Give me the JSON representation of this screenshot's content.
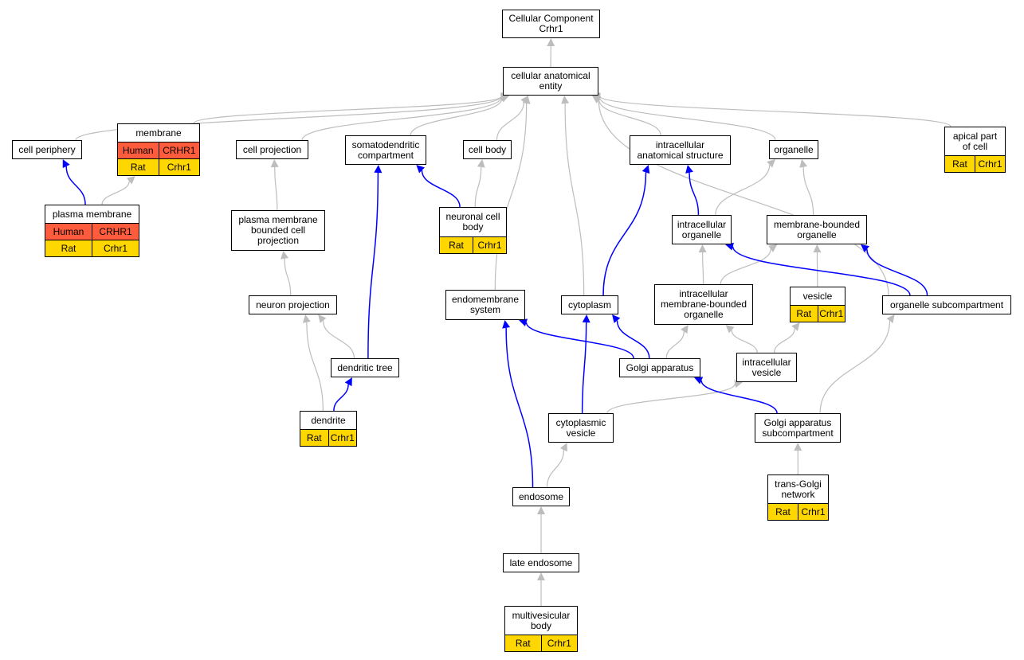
{
  "colors": {
    "gray_edge": "#bdbdbd",
    "blue_edge": "#0000ff",
    "human": "#ff5c3d",
    "rat": "#ffd700"
  },
  "nodes": {
    "root": {
      "label": "Cellular Component\nCrhr1"
    },
    "cae": {
      "label": "cellular anatomical\nentity"
    },
    "cell_periphery": {
      "label": "cell periphery"
    },
    "membrane": {
      "label": "membrane",
      "rows": [
        {
          "species": "Human",
          "gene": "CRHR1"
        },
        {
          "species": "Rat",
          "gene": "Crhr1"
        }
      ]
    },
    "cell_projection": {
      "label": "cell projection"
    },
    "somatodendritic": {
      "label": "somatodendritic\ncompartment"
    },
    "cell_body": {
      "label": "cell body"
    },
    "ias": {
      "label": "intracellular\nanatomical structure"
    },
    "organelle": {
      "label": "organelle"
    },
    "apical": {
      "label": "apical part\nof cell",
      "rows": [
        {
          "species": "Rat",
          "gene": "Crhr1"
        }
      ]
    },
    "plasma_membrane": {
      "label": "plasma membrane",
      "rows": [
        {
          "species": "Human",
          "gene": "CRHR1"
        },
        {
          "species": "Rat",
          "gene": "Crhr1"
        }
      ]
    },
    "pmbcp": {
      "label": "plasma membrane\nbounded cell\nprojection"
    },
    "neuronal_cell_body": {
      "label": "neuronal cell\nbody",
      "rows": [
        {
          "species": "Rat",
          "gene": "Crhr1"
        }
      ]
    },
    "intracellular_organelle": {
      "label": "intracellular\norganelle"
    },
    "membrane_bounded_organelle": {
      "label": "membrane-bounded\norganelle"
    },
    "neuron_projection": {
      "label": "neuron projection"
    },
    "endomembrane": {
      "label": "endomembrane\nsystem"
    },
    "cytoplasm": {
      "label": "cytoplasm"
    },
    "imbo": {
      "label": "intracellular\nmembrane-bounded\norganelle"
    },
    "vesicle": {
      "label": "vesicle",
      "rows": [
        {
          "species": "Rat",
          "gene": "Crhr1"
        }
      ]
    },
    "organelle_subcompartment": {
      "label": "organelle subcompartment"
    },
    "dendritic_tree": {
      "label": "dendritic tree"
    },
    "golgi": {
      "label": "Golgi apparatus"
    },
    "intracellular_vesicle": {
      "label": "intracellular\nvesicle"
    },
    "dendrite": {
      "label": "dendrite",
      "rows": [
        {
          "species": "Rat",
          "gene": "Crhr1"
        }
      ]
    },
    "cytoplasmic_vesicle": {
      "label": "cytoplasmic\nvesicle"
    },
    "golgi_subcompartment": {
      "label": "Golgi apparatus\nsubcompartment"
    },
    "tgn": {
      "label": "trans-Golgi\nnetwork",
      "rows": [
        {
          "species": "Rat",
          "gene": "Crhr1"
        }
      ]
    },
    "endosome": {
      "label": "endosome"
    },
    "late_endosome": {
      "label": "late endosome"
    },
    "mvb": {
      "label": "multivesicular\nbody",
      "rows": [
        {
          "species": "Rat",
          "gene": "Crhr1"
        }
      ]
    }
  },
  "edges": [
    {
      "from": "cae",
      "to": "root",
      "kind": "gray"
    },
    {
      "from": "cell_periphery",
      "to": "cae",
      "kind": "gray"
    },
    {
      "from": "membrane",
      "to": "cae",
      "kind": "gray"
    },
    {
      "from": "cell_projection",
      "to": "cae",
      "kind": "gray"
    },
    {
      "from": "somatodendritic",
      "to": "cae",
      "kind": "gray"
    },
    {
      "from": "cell_body",
      "to": "cae",
      "kind": "gray"
    },
    {
      "from": "ias",
      "to": "cae",
      "kind": "gray"
    },
    {
      "from": "organelle",
      "to": "cae",
      "kind": "gray"
    },
    {
      "from": "apical",
      "to": "cae",
      "kind": "gray"
    },
    {
      "from": "endomembrane",
      "to": "cae",
      "kind": "gray"
    },
    {
      "from": "cytoplasm",
      "to": "cae",
      "kind": "gray"
    },
    {
      "from": "organelle_subcompartment",
      "to": "cae",
      "kind": "gray"
    },
    {
      "from": "plasma_membrane",
      "to": "cell_periphery",
      "kind": "blue"
    },
    {
      "from": "plasma_membrane",
      "to": "membrane",
      "kind": "gray"
    },
    {
      "from": "pmbcp",
      "to": "cell_projection",
      "kind": "gray"
    },
    {
      "from": "neuronal_cell_body",
      "to": "somatodendritic",
      "kind": "blue"
    },
    {
      "from": "neuronal_cell_body",
      "to": "cell_body",
      "kind": "gray"
    },
    {
      "from": "intracellular_organelle",
      "to": "ias",
      "kind": "blue"
    },
    {
      "from": "intracellular_organelle",
      "to": "organelle",
      "kind": "gray"
    },
    {
      "from": "membrane_bounded_organelle",
      "to": "organelle",
      "kind": "gray"
    },
    {
      "from": "cytoplasm",
      "to": "ias",
      "kind": "blue"
    },
    {
      "from": "neuron_projection",
      "to": "pmbcp",
      "kind": "gray"
    },
    {
      "from": "imbo",
      "to": "intracellular_organelle",
      "kind": "gray"
    },
    {
      "from": "imbo",
      "to": "membrane_bounded_organelle",
      "kind": "gray"
    },
    {
      "from": "vesicle",
      "to": "membrane_bounded_organelle",
      "kind": "gray"
    },
    {
      "from": "organelle_subcompartment",
      "to": "intracellular_organelle",
      "kind": "blue"
    },
    {
      "from": "organelle_subcompartment",
      "to": "membrane_bounded_organelle",
      "kind": "blue"
    },
    {
      "from": "dendritic_tree",
      "to": "somatodendritic",
      "kind": "blue"
    },
    {
      "from": "dendritic_tree",
      "to": "neuron_projection",
      "kind": "gray"
    },
    {
      "from": "golgi",
      "to": "endomembrane",
      "kind": "blue"
    },
    {
      "from": "golgi",
      "to": "cytoplasm",
      "kind": "blue"
    },
    {
      "from": "golgi",
      "to": "imbo",
      "kind": "gray"
    },
    {
      "from": "intracellular_vesicle",
      "to": "imbo",
      "kind": "gray"
    },
    {
      "from": "intracellular_vesicle",
      "to": "vesicle",
      "kind": "gray"
    },
    {
      "from": "dendrite",
      "to": "neuron_projection",
      "kind": "gray"
    },
    {
      "from": "dendrite",
      "to": "dendritic_tree",
      "kind": "blue"
    },
    {
      "from": "cytoplasmic_vesicle",
      "to": "cytoplasm",
      "kind": "blue"
    },
    {
      "from": "cytoplasmic_vesicle",
      "to": "intracellular_vesicle",
      "kind": "gray"
    },
    {
      "from": "golgi_subcompartment",
      "to": "golgi",
      "kind": "blue"
    },
    {
      "from": "golgi_subcompartment",
      "to": "organelle_subcompartment",
      "kind": "gray"
    },
    {
      "from": "tgn",
      "to": "golgi_subcompartment",
      "kind": "gray"
    },
    {
      "from": "endosome",
      "to": "endomembrane",
      "kind": "blue"
    },
    {
      "from": "endosome",
      "to": "cytoplasmic_vesicle",
      "kind": "gray"
    },
    {
      "from": "late_endosome",
      "to": "endosome",
      "kind": "gray"
    },
    {
      "from": "mvb",
      "to": "late_endosome",
      "kind": "gray"
    }
  ]
}
